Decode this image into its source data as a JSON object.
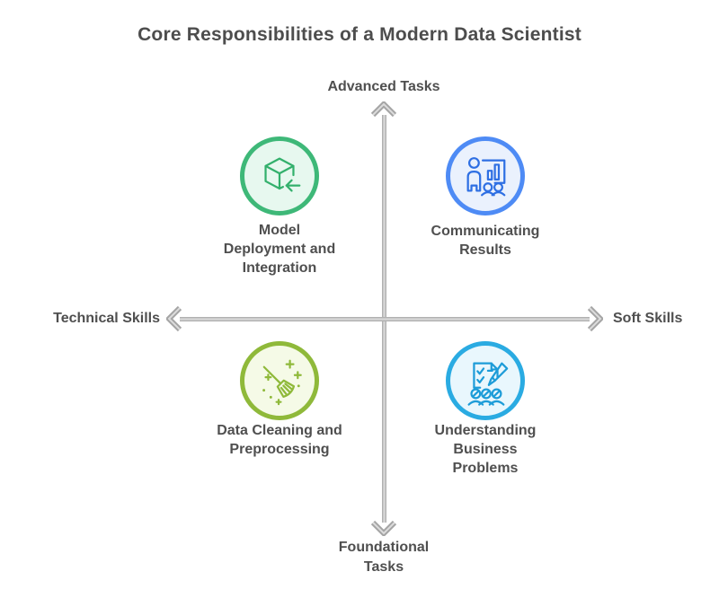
{
  "title": "Core Responsibilities of a Modern Data Scientist",
  "axes": {
    "top_label": "Advanced Tasks",
    "bottom_label": "Foundational\nTasks",
    "left_label": "Technical Skills",
    "right_label": "Soft Skills",
    "line_color": "#a6a6a6",
    "line_highlight_color": "#dedede",
    "arrow_color": "#a4a4a4"
  },
  "quadrants": [
    {
      "position": "top-left",
      "label": "Model\nDeployment and\nIntegration",
      "icon": "deployment-cube-icon",
      "ring_color": "#3eb878",
      "fill_color": "#e7f8ef",
      "stroke_color": "#33b06c"
    },
    {
      "position": "top-right",
      "label": "Communicating\nResults",
      "icon": "presentation-chart-icon",
      "ring_color": "#4e8bf5",
      "fill_color": "#eaf1fd",
      "stroke_color": "#2e6fe3"
    },
    {
      "position": "bottom-left",
      "label": "Data Cleaning and\nPreprocessing",
      "icon": "cleaning-broom-icon",
      "ring_color": "#8fb93a",
      "fill_color": "#f5fae7",
      "stroke_color": "#8fb93a"
    },
    {
      "position": "bottom-right",
      "label": "Understanding\nBusiness\nProblems",
      "icon": "checklist-pencil-icon",
      "ring_color": "#2aabe2",
      "fill_color": "#e9f7fd",
      "stroke_color": "#1d9cd8"
    }
  ],
  "colors": {
    "background": "#ffffff",
    "title_text": "#4d4d4d",
    "label_text": "#4f4f4f"
  }
}
